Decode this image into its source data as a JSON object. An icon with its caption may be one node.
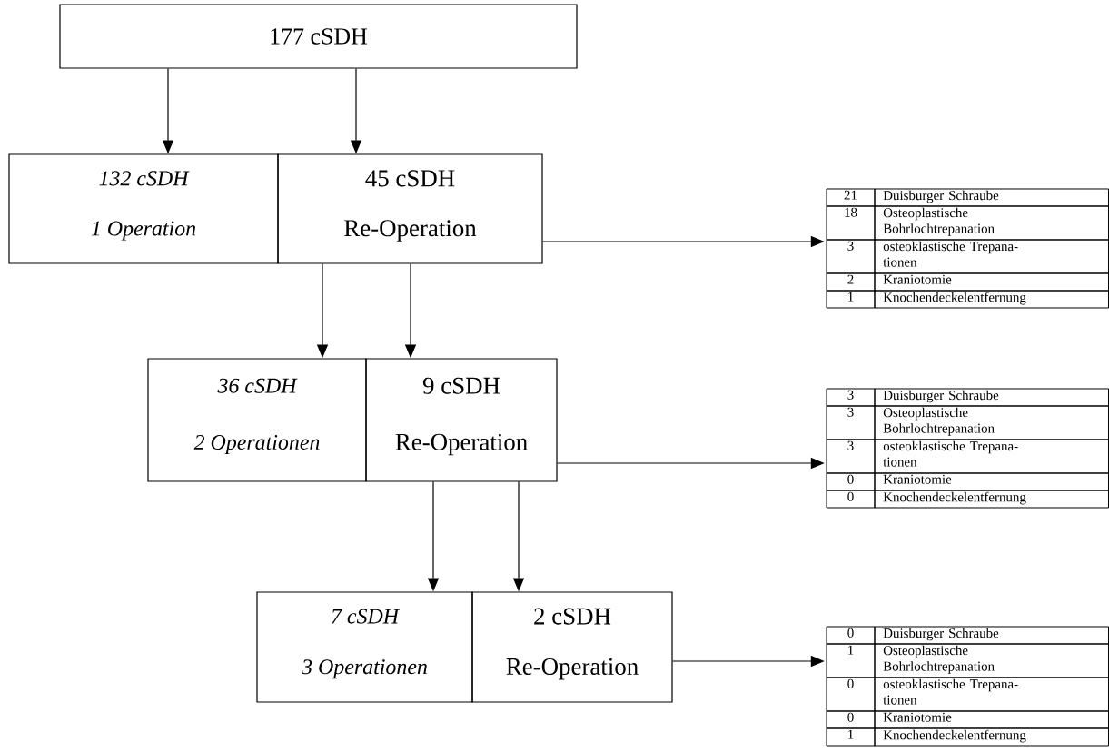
{
  "diagram": {
    "nodes": [
      {
        "text": [
          "177 cSDH"
        ]
      },
      {
        "text": [
          "132 cSDH",
          "1 Operation"
        ]
      },
      {
        "text": [
          "45 cSDH",
          "Re-Operation"
        ]
      },
      {
        "text": [
          "21",
          "Duisburger Schraube",
          "18",
          "Osteoplastische Bohrlochtrepanation",
          "3",
          "osteoklastische Trepana- tionen",
          "2",
          "Kraniotomie",
          "1",
          "Knochendeckelentfernung"
        ]
      },
      {
        "text": [
          "36 cSDH",
          "2 Operationen"
        ]
      },
      {
        "text": [
          "9 cSDH",
          "Re-Operation"
        ]
      },
      {
        "text": [
          "3",
          "Duisburger Schraube",
          "3",
          "Osteoplastische Bohrlochtrepanation",
          "3",
          "osteoklastische Trepana- tionen",
          "0",
          "Kraniotomie",
          "0",
          "Knochendeckelentfernung"
        ]
      },
      {
        "text": [
          "7 cSDH",
          "3 Operationen"
        ]
      },
      {
        "text": [
          "2 cSDH",
          "Re-Operation"
        ]
      },
      {
        "text": [
          "0",
          "Duisburger Schraube",
          "1",
          "Osteoplastische Bohrlochtrepanation",
          "0",
          "osteoklastische Trepana- tionen",
          "0",
          "Kraniotomie",
          "1",
          "Knochendeckelentfernung"
        ]
      }
    ],
    "edges": [
      {
        "from": 0,
        "to": 1,
        "arrow": "to"
      },
      {
        "from": 0,
        "to": 2,
        "arrow": "to"
      },
      {
        "from": 2,
        "to": 3,
        "arrow": "to"
      },
      {
        "from": 2,
        "to": 4,
        "arrow": "to"
      },
      {
        "from": 2,
        "to": 5,
        "arrow": "to"
      },
      {
        "from": 5,
        "to": 6,
        "arrow": "to"
      },
      {
        "from": 5,
        "to": 7,
        "arrow": "to"
      },
      {
        "from": 5,
        "to": 8,
        "arrow": "to"
      },
      {
        "from": 8,
        "to": 9,
        "arrow": "to"
      }
    ]
  }
}
